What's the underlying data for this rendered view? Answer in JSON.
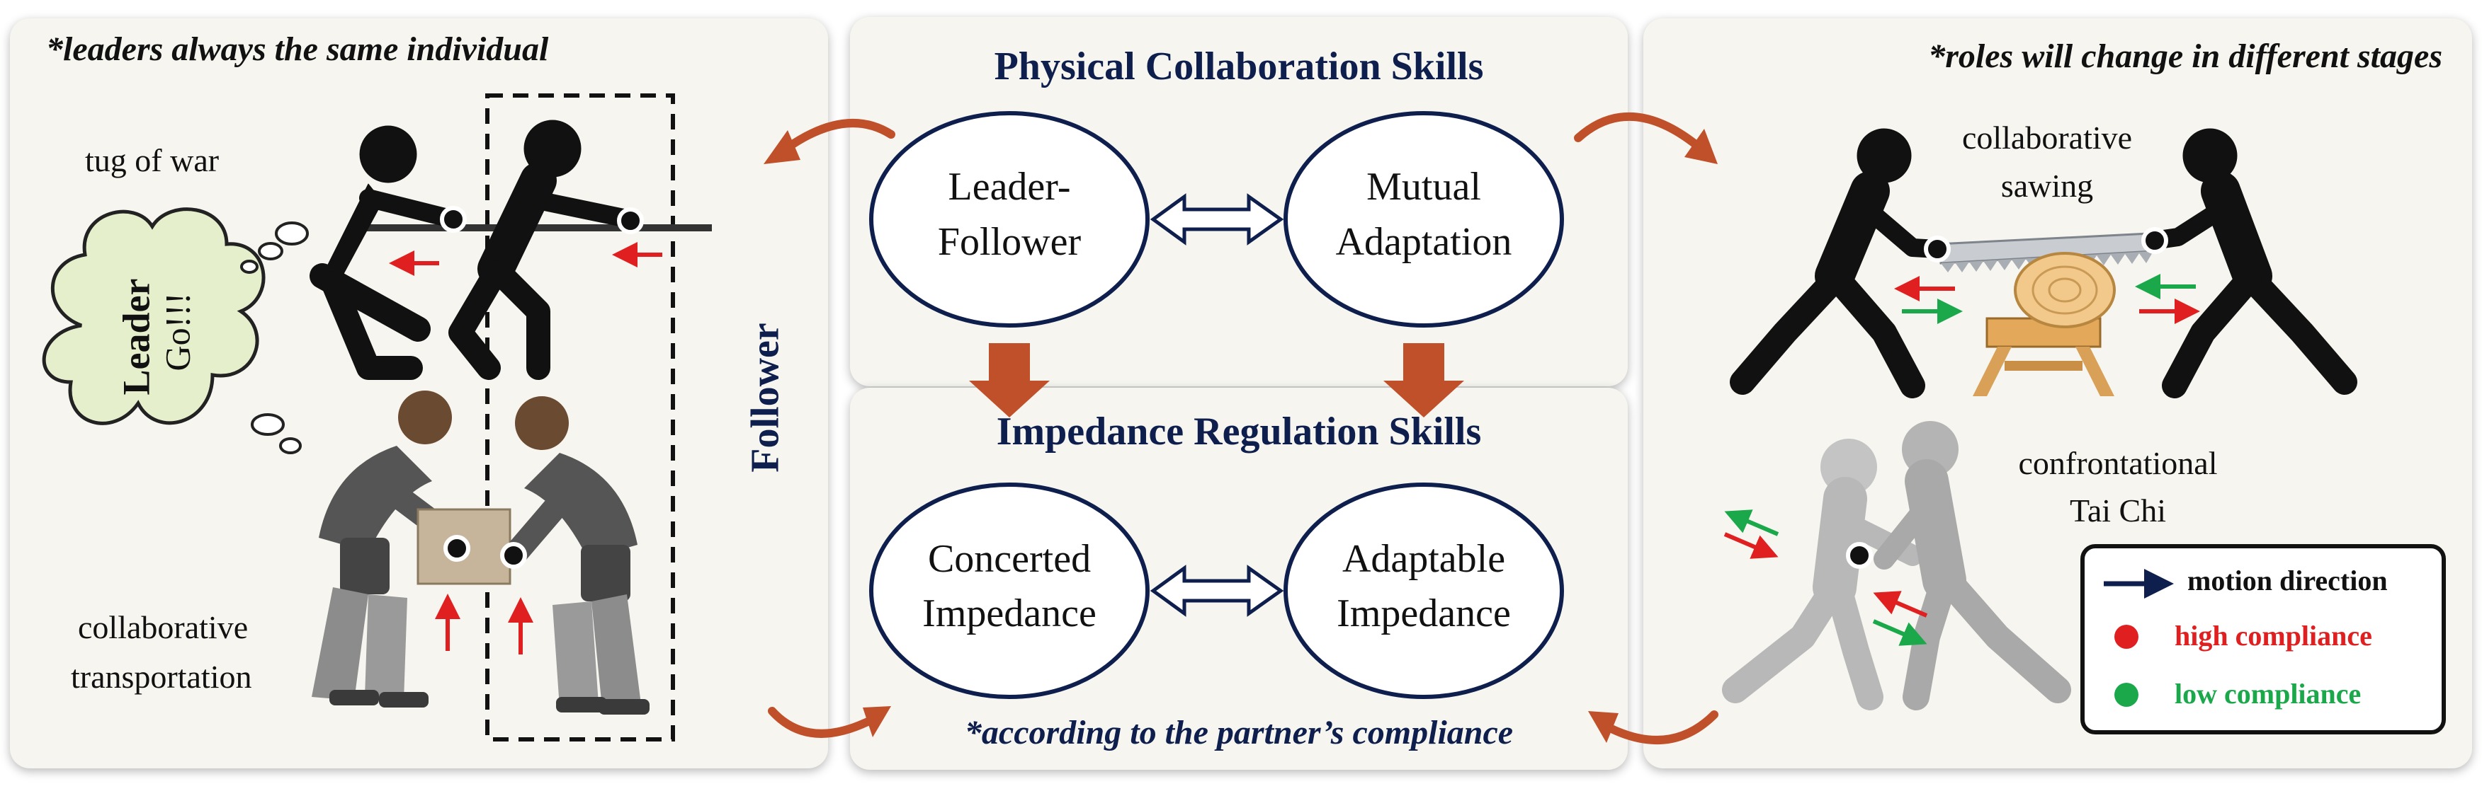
{
  "colors": {
    "panel_bg": "#f6f5ef",
    "navy": "#0e1f4d",
    "orange_arrow": "#c0502a",
    "high_compliance": "#e02020",
    "low_compliance": "#1aa84a",
    "cloud_fill": "#e6efcc"
  },
  "left_panel": {
    "note": "*leaders always the same individual",
    "tug_label": "tug of war",
    "transport_label_line1": "collaborative",
    "transport_label_line2": "transportation",
    "leader_bubble_title": "Leader",
    "leader_bubble_text": "Go!!!",
    "follower_label": "Follower"
  },
  "center_top": {
    "title": "Physical Collaboration Skills",
    "node1_line1": "Leader-",
    "node1_line2": "Follower",
    "node2_line1": "Mutual",
    "node2_line2": "Adaptation"
  },
  "center_bottom": {
    "title": "Impedance Regulation Skills",
    "node1_line1": "Concerted",
    "node1_line2": "Impedance",
    "node2_line1": "Adaptable",
    "node2_line2": "Impedance",
    "note": "*according to the partner’s compliance"
  },
  "right_panel": {
    "note": "*roles will change in different stages",
    "sawing_label_line1": "collaborative",
    "sawing_label_line2": "sawing",
    "taichi_label_line1": "confrontational",
    "taichi_label_line2": "Tai Chi"
  },
  "legend": {
    "motion": "motion direction",
    "high": "high compliance",
    "low": "low compliance"
  }
}
